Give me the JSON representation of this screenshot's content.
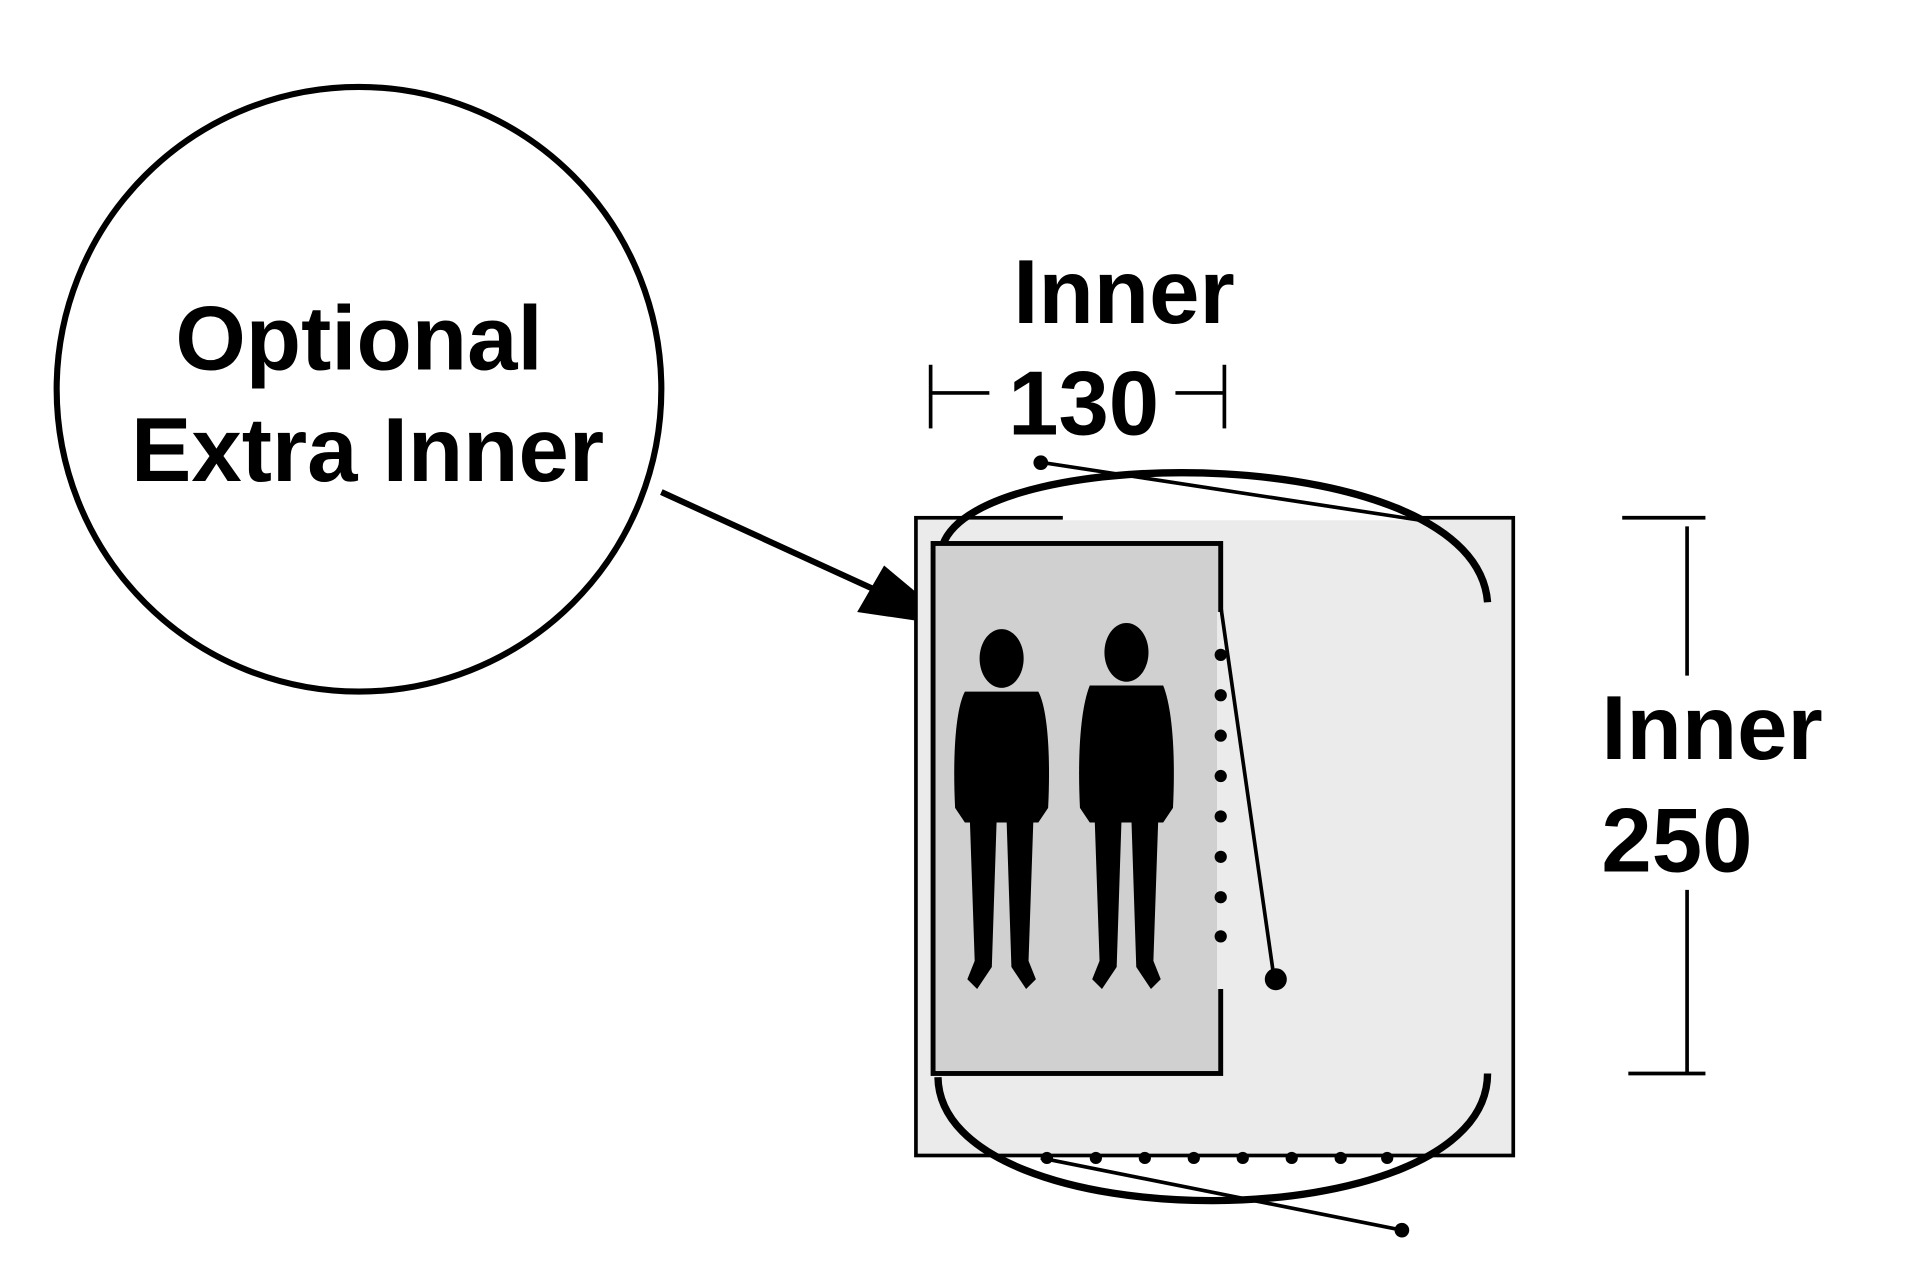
{
  "callout": {
    "line1": "Optional",
    "line2": "Extra Inner"
  },
  "width_dimension": {
    "label": "Inner",
    "value": "130"
  },
  "length_dimension": {
    "label": "Inner",
    "value": "250"
  },
  "colors": {
    "outer_fill": "#ebebeb",
    "inner_fill": "#d0d0d0",
    "stroke": "#000000"
  }
}
